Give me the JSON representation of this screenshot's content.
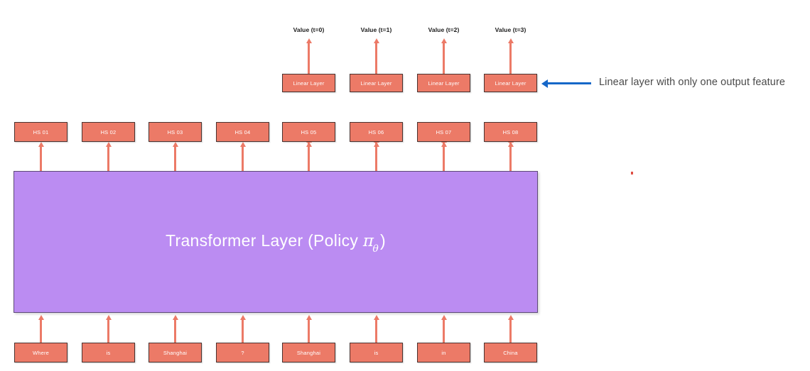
{
  "diagram": {
    "title_text": "Transformer Layer (Policy πθ)",
    "transformer": {
      "label_prefix": "Transformer Layer (Policy ",
      "symbol": "π",
      "subscript": "θ",
      "label_suffix": ")",
      "fill_color": "#bb8cf2",
      "border_color": "#5d4a78"
    },
    "colors": {
      "box_fill": "#ec7a67",
      "box_border": "#4a3330",
      "arrow": "#ec7a67",
      "annotation_arrow": "#1667c8",
      "annotation_text": "#4a4a4a",
      "background": "#ffffff"
    },
    "input_tokens": [
      "Where",
      "is",
      "Shanghai",
      "?",
      "Shanghai",
      "is",
      "in",
      "China"
    ],
    "hidden_states": [
      "HS 01",
      "HS 02",
      "HS 03",
      "HS 04",
      "HS 05",
      "HS 06",
      "HS 07",
      "HS 08"
    ],
    "linear_layers": [
      "Linear Layer",
      "Linear Layer",
      "Linear Layer",
      "Linear Layer"
    ],
    "value_outputs": [
      "Value (t=0)",
      "Value (t=1)",
      "Value (t=2)",
      "Value (t=3)"
    ],
    "annotation": {
      "text": "Linear layer with only one output feature"
    }
  }
}
